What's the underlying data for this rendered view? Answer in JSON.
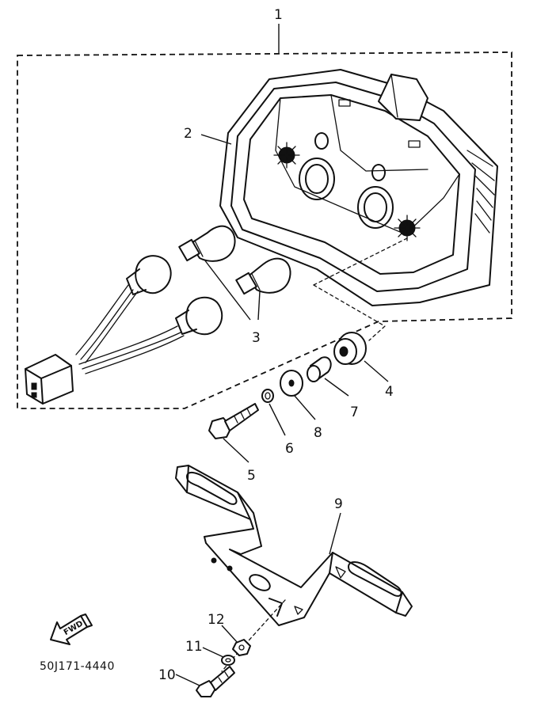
{
  "diagram": {
    "part_code": "50J171-4440",
    "forward_marker": "FWD",
    "callouts": [
      "1",
      "2",
      "3",
      "4",
      "5",
      "6",
      "7",
      "8",
      "9",
      "10",
      "11",
      "12"
    ]
  }
}
